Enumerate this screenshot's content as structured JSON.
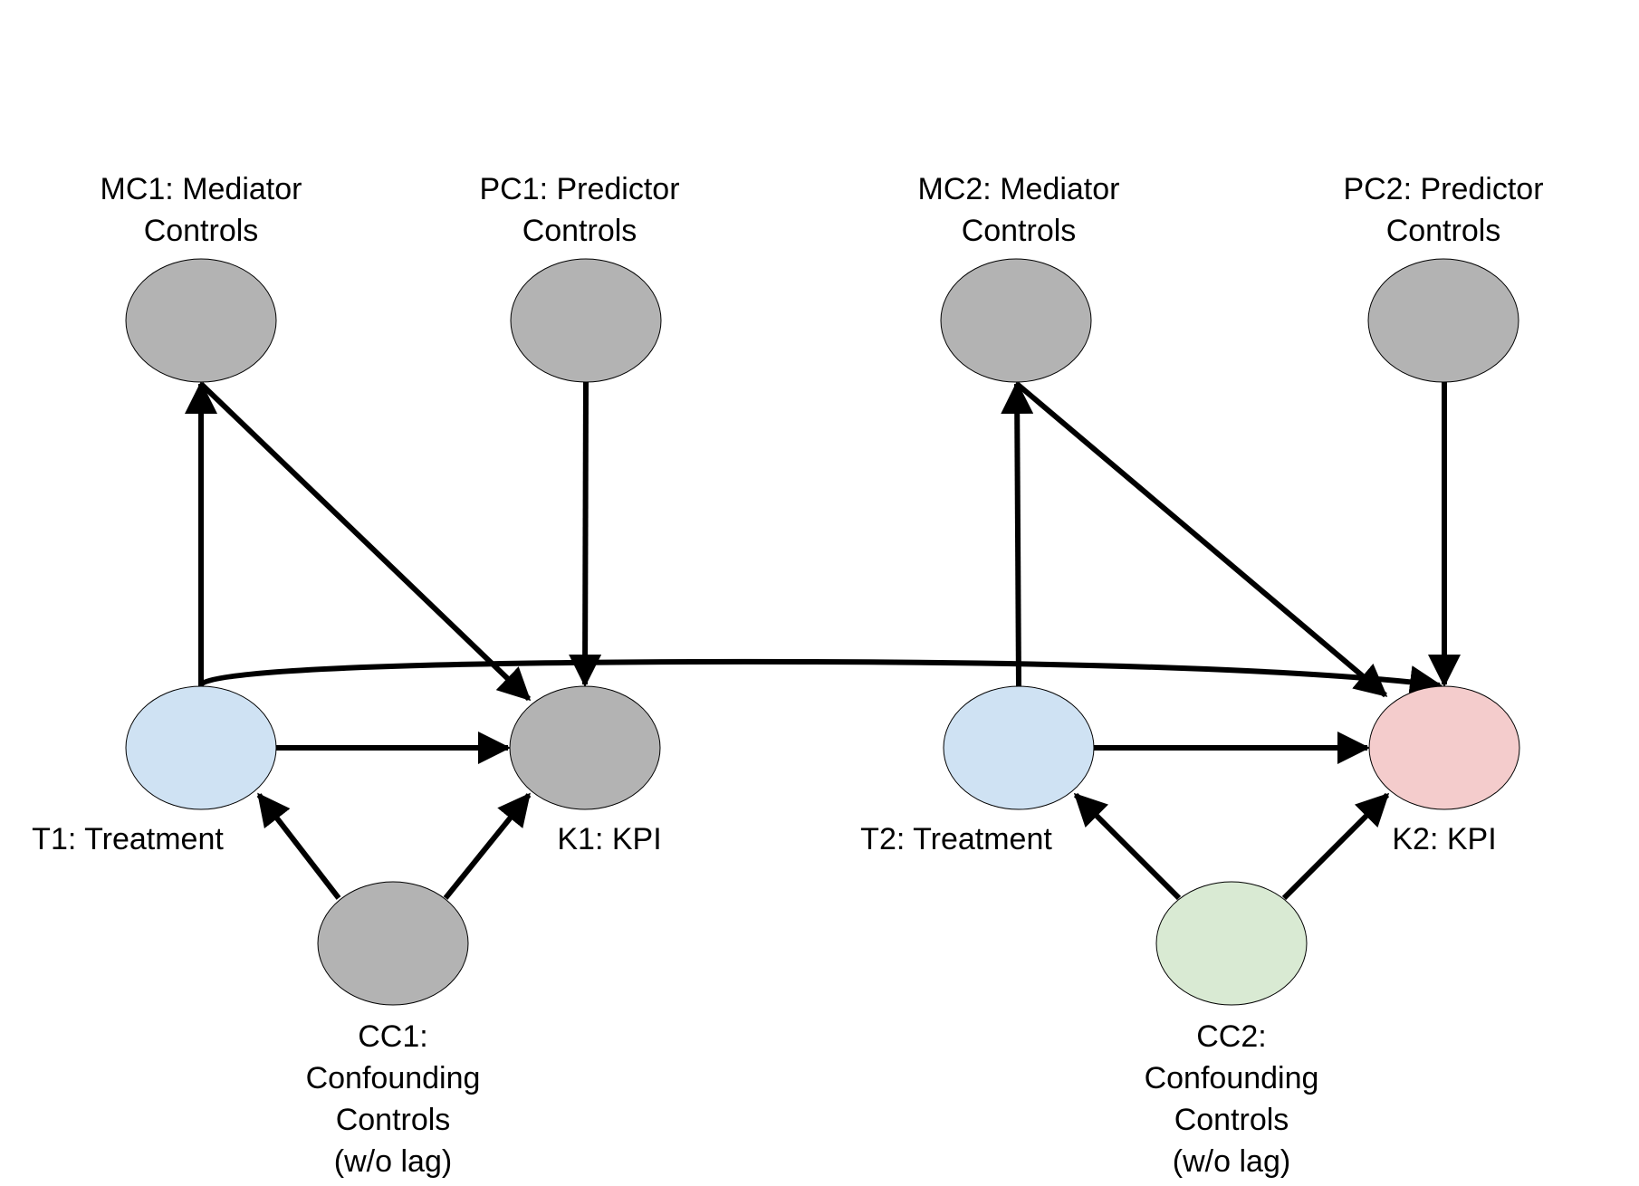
{
  "nodes": {
    "MC1": {
      "label_lines": [
        "MC1: Mediator",
        "Controls"
      ],
      "color": "#b3b3b3"
    },
    "PC1": {
      "label_lines": [
        "PC1: Predictor",
        "Controls"
      ],
      "color": "#b3b3b3"
    },
    "MC2": {
      "label_lines": [
        "MC2: Mediator",
        "Controls"
      ],
      "color": "#b3b3b3"
    },
    "PC2": {
      "label_lines": [
        "PC2: Predictor",
        "Controls"
      ],
      "color": "#b3b3b3"
    },
    "T1": {
      "label_lines": [
        "T1: Treatment"
      ],
      "color": "#cfe2f3"
    },
    "K1": {
      "label_lines": [
        "K1: KPI"
      ],
      "color": "#b3b3b3"
    },
    "T2": {
      "label_lines": [
        "T2: Treatment"
      ],
      "color": "#cfe2f3"
    },
    "K2": {
      "label_lines": [
        "K2: KPI"
      ],
      "color": "#f4cccc"
    },
    "CC1": {
      "label_lines": [
        "CC1:",
        "Confounding",
        "Controls",
        "(w/o lag)"
      ],
      "color": "#b3b3b3"
    },
    "CC2": {
      "label_lines": [
        "CC2:",
        "Confounding",
        "Controls",
        "(w/o lag)"
      ],
      "color": "#d9ead3"
    }
  },
  "edges": [
    {
      "from": "T1",
      "to": "MC1"
    },
    {
      "from": "MC1",
      "to": "K1"
    },
    {
      "from": "PC1",
      "to": "K1"
    },
    {
      "from": "T1",
      "to": "K1"
    },
    {
      "from": "CC1",
      "to": "T1"
    },
    {
      "from": "CC1",
      "to": "K1"
    },
    {
      "from": "T1",
      "to": "K2"
    },
    {
      "from": "T2",
      "to": "MC2"
    },
    {
      "from": "MC2",
      "to": "K2"
    },
    {
      "from": "PC2",
      "to": "K2"
    },
    {
      "from": "T2",
      "to": "K2"
    },
    {
      "from": "CC2",
      "to": "T2"
    },
    {
      "from": "CC2",
      "to": "K2"
    }
  ]
}
